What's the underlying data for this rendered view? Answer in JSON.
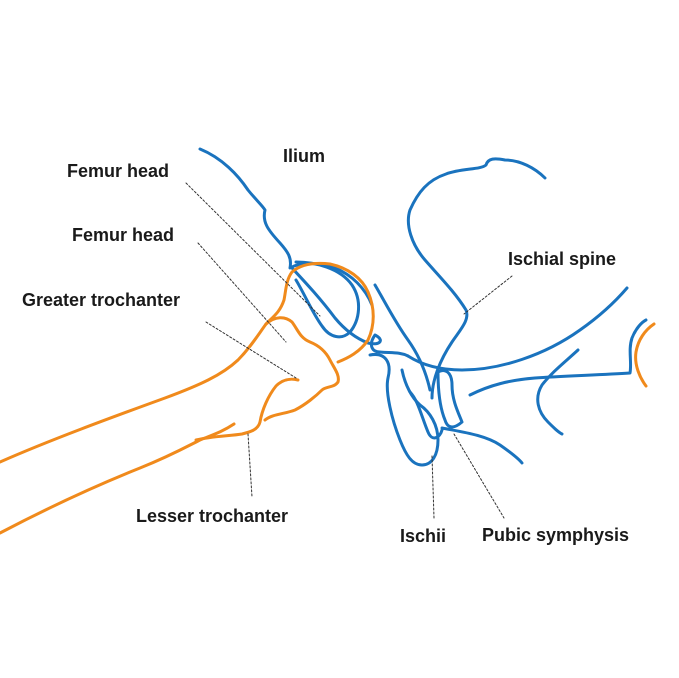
{
  "colors": {
    "pelvis": "#1a73be",
    "femur": "#f08a1c",
    "leader": "#333333",
    "text": "#1a1a1a"
  },
  "labels": {
    "ilium": "Ilium",
    "femur_head_1": "Femur head",
    "femur_head_2": "Femur head",
    "greater_trochanter": "Greater trochanter",
    "ischial_spine": "Ischial spine",
    "lesser_trochanter": "Lesser trochanter",
    "ischii": "Ischii",
    "pubic_symphysis": "Pubic symphysis"
  }
}
